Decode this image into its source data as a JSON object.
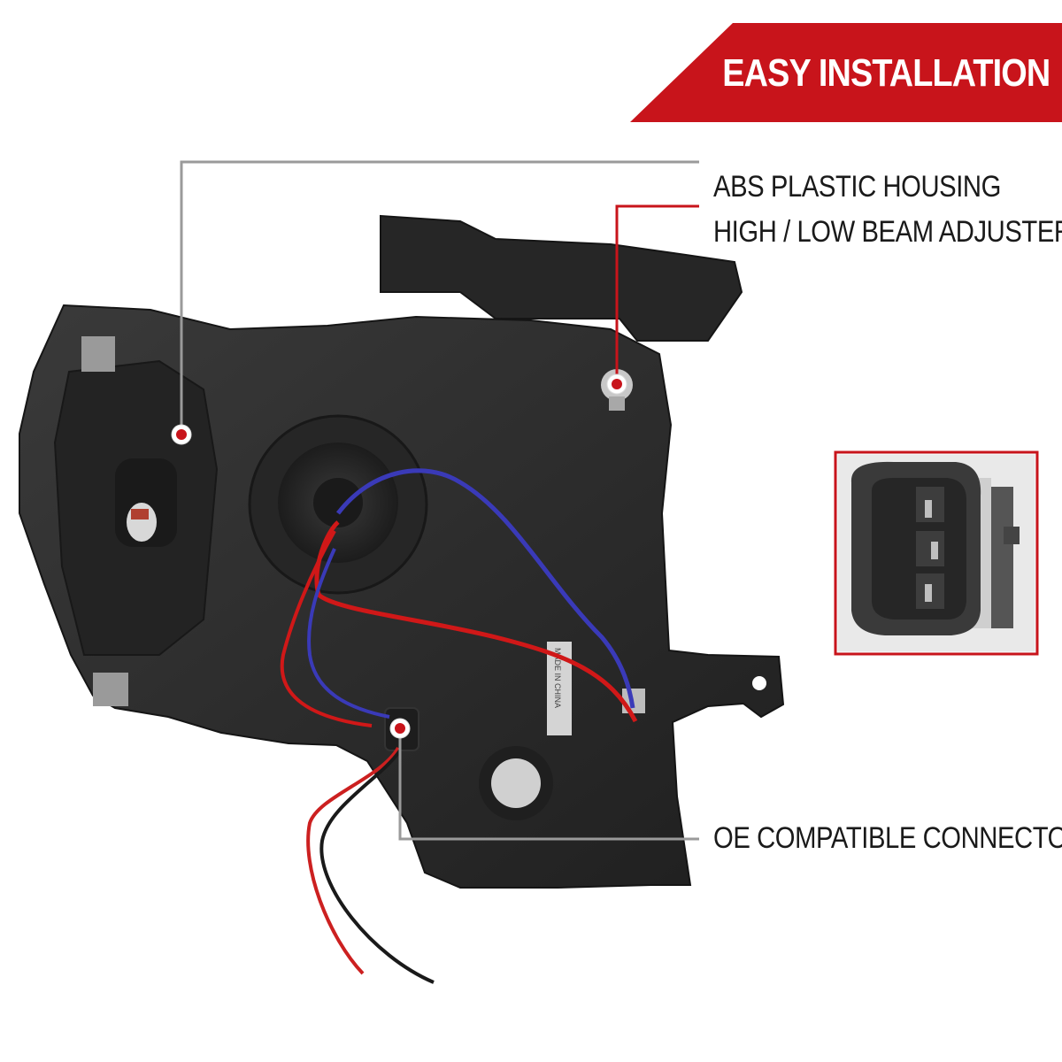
{
  "banner": {
    "text": "EASY INSTALLATION",
    "color": "#c8141b"
  },
  "callouts": [
    {
      "label": "ABS PLASTIC HOUSING"
    },
    {
      "label": "HIGH / LOW BEAM ADJUSTERS"
    },
    {
      "label": "OE COMPATIBLE CONNECTOR"
    }
  ],
  "housing_sticker": "MADE IN CHINA",
  "colors": {
    "accent": "#c8141b",
    "leader_line": "#9a9a9a",
    "housing": "#2a2a2a",
    "wire_blue": "#3a3ab8",
    "wire_red": "#d01818"
  }
}
